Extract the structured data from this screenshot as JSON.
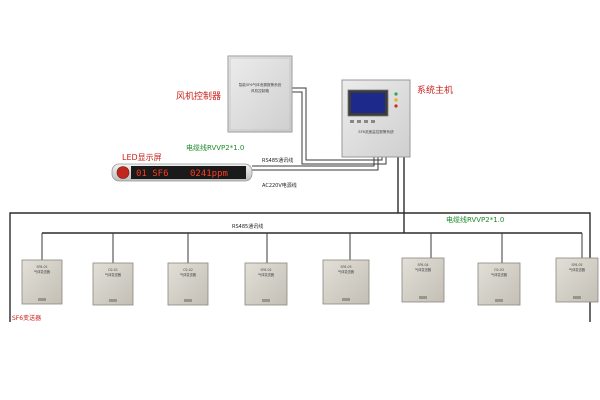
{
  "labels": {
    "fan_controller": "风机控制器",
    "system_host": "系统主机",
    "led_screen": "LED显示屏",
    "cable_top": "电缆线RVVP2*1.0",
    "rs485_top": "RS485通讯线",
    "ac220": "AC220V电源线",
    "rs485_bus": "RS485通讯线",
    "cable_bus": "电缆线RVVP2*1.0",
    "substation": "SF6变送器"
  },
  "fan_panel": {
    "line1": "智能SF6气体泄漏报警系统",
    "line2": "风机控制箱"
  },
  "host_panel": {
    "caption": "SF6浓度监控报警系统"
  },
  "led_display": {
    "text1": "01 SF6",
    "text2": "0241ppm"
  },
  "detectors": [
    {
      "code": "SF6-01",
      "caption": "气体变送器"
    },
    {
      "code": "O2-01",
      "caption": "气体变送器"
    },
    {
      "code": "O2-02",
      "caption": "气体变送器"
    },
    {
      "code": "SF6-02",
      "caption": "气体变送器"
    },
    {
      "code": "SF6-03",
      "caption": "气体变送器"
    },
    {
      "code": "SF6-04",
      "caption": "气体变送器"
    },
    {
      "code": "O2-03",
      "caption": "气体变送器"
    },
    {
      "code": "SF6-05",
      "caption": "气体变送器"
    }
  ],
  "colors": {
    "label_red": "#c8201b",
    "label_green": "#1f8a2a",
    "led_text": "#ff3b1f",
    "panel_grey": "#dcdcdc",
    "lcd_blue": "#1d2a8c"
  }
}
